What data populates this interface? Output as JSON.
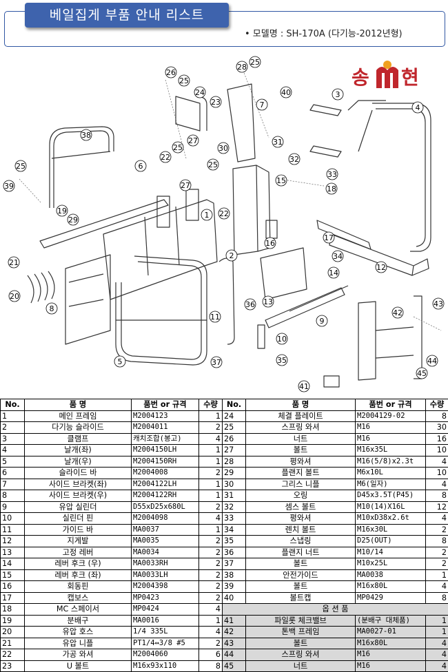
{
  "header": {
    "title": "베일집게 부품 안내 리스트",
    "model_line": "• 모델명 : SH-170A (다기능-2012년형)"
  },
  "logo": {
    "text_left": "송",
    "text_right": "현",
    "brand_color": "#c0262c"
  },
  "diagram": {
    "callouts": [
      "1",
      "2",
      "3",
      "4",
      "5",
      "6",
      "7",
      "8",
      "9",
      "10",
      "11",
      "12",
      "13",
      "14",
      "15",
      "16",
      "17",
      "18",
      "19",
      "20",
      "21",
      "22",
      "23",
      "24",
      "25",
      "26",
      "27",
      "28",
      "29",
      "30",
      "31",
      "32",
      "33",
      "34",
      "35",
      "36",
      "37",
      "38",
      "39",
      "40",
      "41",
      "42",
      "43",
      "44",
      "45"
    ]
  },
  "table": {
    "headers": [
      "No.",
      "품    명",
      "품번 or 규격",
      "수량",
      "No.",
      "품    명",
      "품번 or 규격",
      "수량"
    ],
    "left_rows": [
      [
        "1",
        "메인 프레임",
        "M2004123",
        "1"
      ],
      [
        "2",
        "다기능 슬라이드",
        "M2004011",
        "2"
      ],
      [
        "3",
        "클램프",
        "캐치조합(봉고)",
        "4"
      ],
      [
        "4",
        "날개(좌)",
        "M2004150LH",
        "1"
      ],
      [
        "5",
        "날개(우)",
        "M2004150RH",
        "1"
      ],
      [
        "6",
        "슬라이드 바",
        "M2004008",
        "2"
      ],
      [
        "7",
        "사이드 브라켓(좌)",
        "M2004122LH",
        "1"
      ],
      [
        "8",
        "사이드 브라켓(우)",
        "M2004122RH",
        "1"
      ],
      [
        "9",
        "유압 실린더",
        "D55xD25x680L",
        "2"
      ],
      [
        "10",
        "실린더 핀",
        "M2004098",
        "4"
      ],
      [
        "11",
        "가이드 바",
        "MA0037",
        "1"
      ],
      [
        "12",
        "지게발",
        "MA0035",
        "2"
      ],
      [
        "13",
        "고정 레버",
        "MA0034",
        "2"
      ],
      [
        "14",
        "레버 후크 (우)",
        "MA0033RH",
        "2"
      ],
      [
        "15",
        "레버 후크 (좌)",
        "MA0033LH",
        "2"
      ],
      [
        "16",
        "회동핀",
        "M2004398",
        "2"
      ],
      [
        "17",
        "캡보스",
        "MP0423",
        "2"
      ],
      [
        "18",
        "MC 스페이서",
        "MP0424",
        "4"
      ],
      [
        "19",
        "분배구",
        "MA0016",
        "1"
      ],
      [
        "20",
        "유압 호스",
        "1/4 335L",
        "4"
      ],
      [
        "21",
        "유압 니플",
        "PT1/4↔3/8 #5",
        "2"
      ],
      [
        "22",
        "가공 와셔",
        "M2004060",
        "6"
      ],
      [
        "23",
        "U 볼트",
        "M16x93x110",
        "8"
      ]
    ],
    "right_rows": [
      [
        "24",
        "체결 플레이트",
        "M2004129-02",
        "8"
      ],
      [
        "25",
        "스프링 와셔",
        "M16",
        "30"
      ],
      [
        "26",
        "너트",
        "M16",
        "16"
      ],
      [
        "27",
        "볼트",
        "M16x35L",
        "10"
      ],
      [
        "28",
        "평와셔",
        "M16(5/8)x2.3t",
        "4"
      ],
      [
        "29",
        "플랜지 볼트",
        "M6x10L",
        "10"
      ],
      [
        "30",
        "그리스 니플",
        "M6(일자)",
        "4"
      ],
      [
        "31",
        "오링",
        "D45x3.5T(P45)",
        "8"
      ],
      [
        "32",
        "셈스 볼트",
        "M10(14)X16L",
        "12"
      ],
      [
        "33",
        "평와셔",
        "M10xD38x2.6t",
        "4"
      ],
      [
        "34",
        "렌치 볼트",
        "M16x30L",
        "2"
      ],
      [
        "35",
        "스냅링",
        "D25(OUT)",
        "8"
      ],
      [
        "36",
        "플랜지 너트",
        "M10/14",
        "2"
      ],
      [
        "37",
        "볼트",
        "M10x25L",
        "2"
      ],
      [
        "38",
        "안전가이드",
        "MA0038",
        "1"
      ],
      [
        "39",
        "볼트",
        "M16x80L",
        "4"
      ],
      [
        "40",
        "볼트캡",
        "MP0429",
        "8"
      ],
      [
        "__section__",
        "옵    션    품",
        "",
        ""
      ],
      [
        "41",
        "파일롯 체크밸브",
        "(분배구 대체품)",
        "1"
      ],
      [
        "42",
        "톤백 프레임",
        "MA0027-01",
        "1"
      ],
      [
        "43",
        "볼트",
        "M16x80L",
        "4"
      ],
      [
        "44",
        "스프링 와셔",
        "M16",
        "4"
      ],
      [
        "45",
        "너트",
        "M16",
        "4"
      ]
    ]
  }
}
